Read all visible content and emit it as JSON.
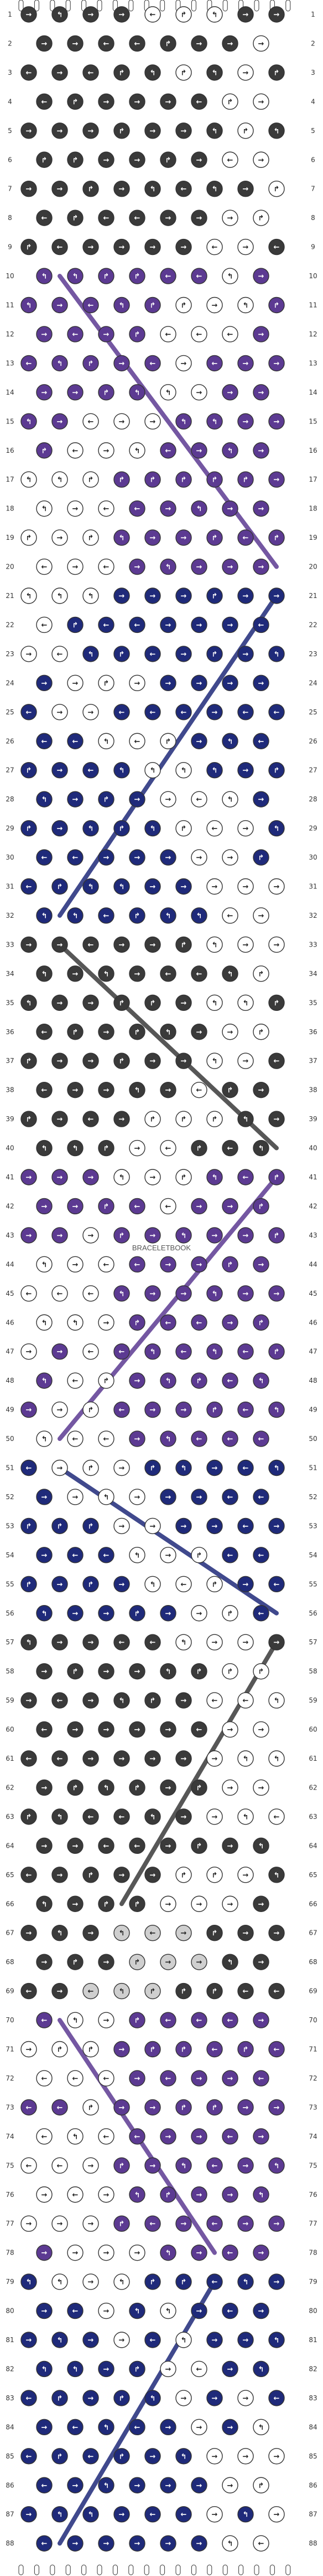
{
  "pattern": {
    "title": "",
    "rows_total": 88,
    "strings_total": 18,
    "watermark": "BRACELETBOOK",
    "colors": {
      "charcoal": "#3a3a3a",
      "white": "#ffffff",
      "purple": "#5c3a92",
      "navy": "#1f2a7a",
      "lightgray": "#cfcfcf",
      "outline": "#333333",
      "thread_gray": "#9a9a9a"
    },
    "row_numbers": [
      "1",
      "2",
      "3",
      "4",
      "5",
      "6",
      "7",
      "8",
      "9",
      "10",
      "11",
      "12",
      "13",
      "14",
      "15",
      "16",
      "17",
      "18",
      "19",
      "20",
      "21",
      "22",
      "23",
      "24",
      "25",
      "26",
      "27",
      "28",
      "29",
      "30",
      "31",
      "32",
      "33",
      "34",
      "35",
      "36",
      "37",
      "38",
      "39",
      "40",
      "41",
      "42",
      "43",
      "44",
      "45",
      "46",
      "47",
      "48",
      "49",
      "50",
      "51",
      "52",
      "53",
      "54",
      "55",
      "56",
      "57",
      "58",
      "59",
      "60",
      "61",
      "62",
      "63",
      "64",
      "65",
      "66",
      "67",
      "68",
      "69",
      "70",
      "71",
      "72",
      "73",
      "74",
      "75",
      "76",
      "77",
      "78",
      "79",
      "80",
      "81",
      "82",
      "83",
      "84",
      "85",
      "86",
      "87",
      "88"
    ],
    "knot_arrows": {
      "forward": "→",
      "backward": "←",
      "forward_backward": "↱",
      "backward_forward": "↰"
    },
    "color_bands": [
      {
        "from": 1,
        "to": 9,
        "base": "charcoal",
        "accent": "white"
      },
      {
        "from": 10,
        "to": 20,
        "base": "purple",
        "accent": "white"
      },
      {
        "from": 21,
        "to": 32,
        "base": "navy",
        "accent": "white"
      },
      {
        "from": 33,
        "to": 40,
        "base": "charcoal",
        "accent": "white"
      },
      {
        "from": 41,
        "to": 50,
        "base": "purple",
        "accent": "white"
      },
      {
        "from": 51,
        "to": 56,
        "base": "navy",
        "accent": "white"
      },
      {
        "from": 57,
        "to": 66,
        "base": "charcoal",
        "accent": "white"
      },
      {
        "from": 67,
        "to": 69,
        "base": "charcoal",
        "accent": "lightgray"
      },
      {
        "from": 70,
        "to": 78,
        "base": "purple",
        "accent": "white"
      },
      {
        "from": 79,
        "to": 88,
        "base": "navy",
        "accent": "white"
      }
    ]
  }
}
